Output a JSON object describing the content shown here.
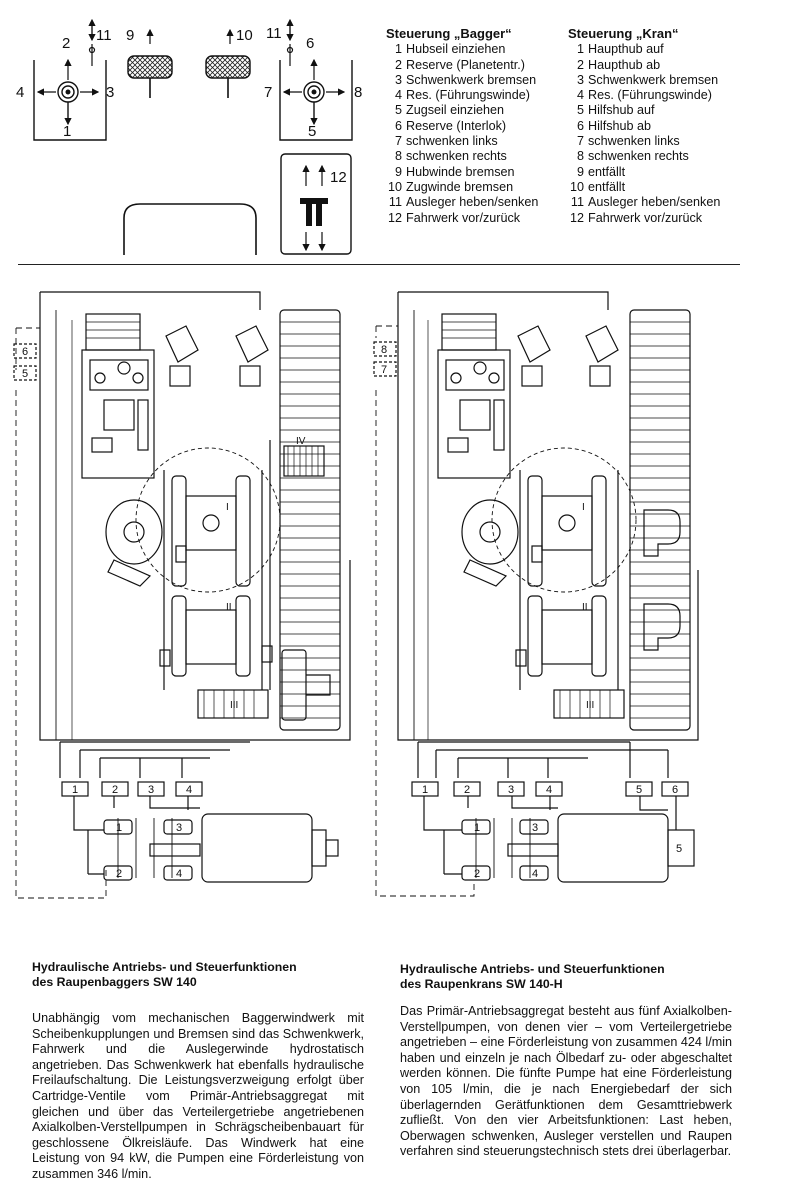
{
  "controls_figure": {
    "left_joystick_labels": [
      "2",
      "11",
      "4",
      "3",
      "1"
    ],
    "pedal_labels": [
      "9",
      "10"
    ],
    "right_joystick_labels": [
      "11",
      "6",
      "7",
      "8",
      "5"
    ],
    "lever_label": "12"
  },
  "excavator_list": {
    "title": "Steuerung „Bagger“",
    "items": [
      {
        "n": "1",
        "text": "Hubseil einziehen"
      },
      {
        "n": "2",
        "text": "Reserve (Planetentr.)"
      },
      {
        "n": "3",
        "text": "Schwenkwerk bremsen"
      },
      {
        "n": "4",
        "text": "Res. (Führungswinde)"
      },
      {
        "n": "5",
        "text": "Zugseil einziehen"
      },
      {
        "n": "6",
        "text": "Reserve (Interlok)"
      },
      {
        "n": "7",
        "text": "schwenken links"
      },
      {
        "n": "8",
        "text": "schwenken rechts"
      },
      {
        "n": "9",
        "text": "Hubwinde bremsen"
      },
      {
        "n": "10",
        "text": "Zugwinde bremsen"
      },
      {
        "n": "11",
        "text": "Ausleger heben/senken"
      },
      {
        "n": "12",
        "text": "Fahrwerk vor/zurück"
      }
    ]
  },
  "crane_list": {
    "title": "Steuerung „Kran“",
    "items": [
      {
        "n": "1",
        "text": "Haupthub auf"
      },
      {
        "n": "2",
        "text": "Haupthub ab"
      },
      {
        "n": "3",
        "text": "Schwenkwerk bremsen"
      },
      {
        "n": "4",
        "text": "Res. (Führungswinde)"
      },
      {
        "n": "5",
        "text": "Hilfshub auf"
      },
      {
        "n": "6",
        "text": "Hilfshub ab"
      },
      {
        "n": "7",
        "text": "schwenken links"
      },
      {
        "n": "8",
        "text": "schwenken rechts"
      },
      {
        "n": "9",
        "text": "entfällt"
      },
      {
        "n": "10",
        "text": "entfällt"
      },
      {
        "n": "11",
        "text": "Ausleger heben/senken"
      },
      {
        "n": "12",
        "text": "Fahrwerk vor/zurück"
      }
    ]
  },
  "excavator_diagram": {
    "valve_labels": [
      "1",
      "2",
      "3",
      "4"
    ],
    "side_labels": [
      "6",
      "5"
    ],
    "pump_labels": [
      "1",
      "2",
      "3",
      "4"
    ],
    "roman_labels": [
      "I",
      "II",
      "III",
      "IV"
    ]
  },
  "crane_diagram": {
    "valve_labels": [
      "1",
      "2",
      "3",
      "4",
      "5",
      "6"
    ],
    "side_labels": [
      "8",
      "7"
    ],
    "pump_labels": [
      "1",
      "2",
      "3",
      "4",
      "5"
    ],
    "roman_labels": [
      "I",
      "II",
      "III"
    ]
  },
  "excavator_section": {
    "title_line1": "Hydraulische Antriebs- und Steuerfunktionen",
    "title_line2": "des Raupenbaggers SW 140",
    "body": "Unabhängig vom mechanischen Baggerwindwerk mit Scheibenkupplungen und Bremsen sind das Schwenkwerk, Fahrwerk und die Auslegerwinde hydrostatisch angetrieben. Das Schwenkwerk hat ebenfalls hydraulische Freilaufschaltung. Die Leistungsverzweigung erfolgt über Cartridge-Ventile vom Primär-Antriebsaggregat mit gleichen und über das Verteilergetriebe angetriebenen Axialkolben-Verstellpumpen in Schrägscheibenbauart für geschlossene Ölkreisläufe. Das Windwerk hat eine Leistung von 94 kW, die Pumpen eine Förderleistung von zusammen 346 l/min."
  },
  "crane_section": {
    "title_line1": "Hydraulische Antriebs- und Steuerfunktionen",
    "title_line2": "des Raupenkrans SW 140-H",
    "body": "Das Primär-Antriebsaggregat besteht aus fünf Axialkolben-Verstellpumpen, von denen vier – vom Verteilergetriebe angetrieben – eine Förderleistung von zusammen 424 l/min haben und einzeln je nach Ölbedarf zu- oder abgeschaltet werden können. Die fünfte Pumpe hat eine Förderleistung von 105 l/min, die je nach Energiebedarf der sich überlagernden Gerätfunktionen dem Gesamttriebwerk zufließt. Von den vier Arbeitsfunktionen: Last heben, Oberwagen schwenken, Ausleger verstellen und Raupen verfahren sind steuerungstechnisch stets drei überlagerbar."
  }
}
